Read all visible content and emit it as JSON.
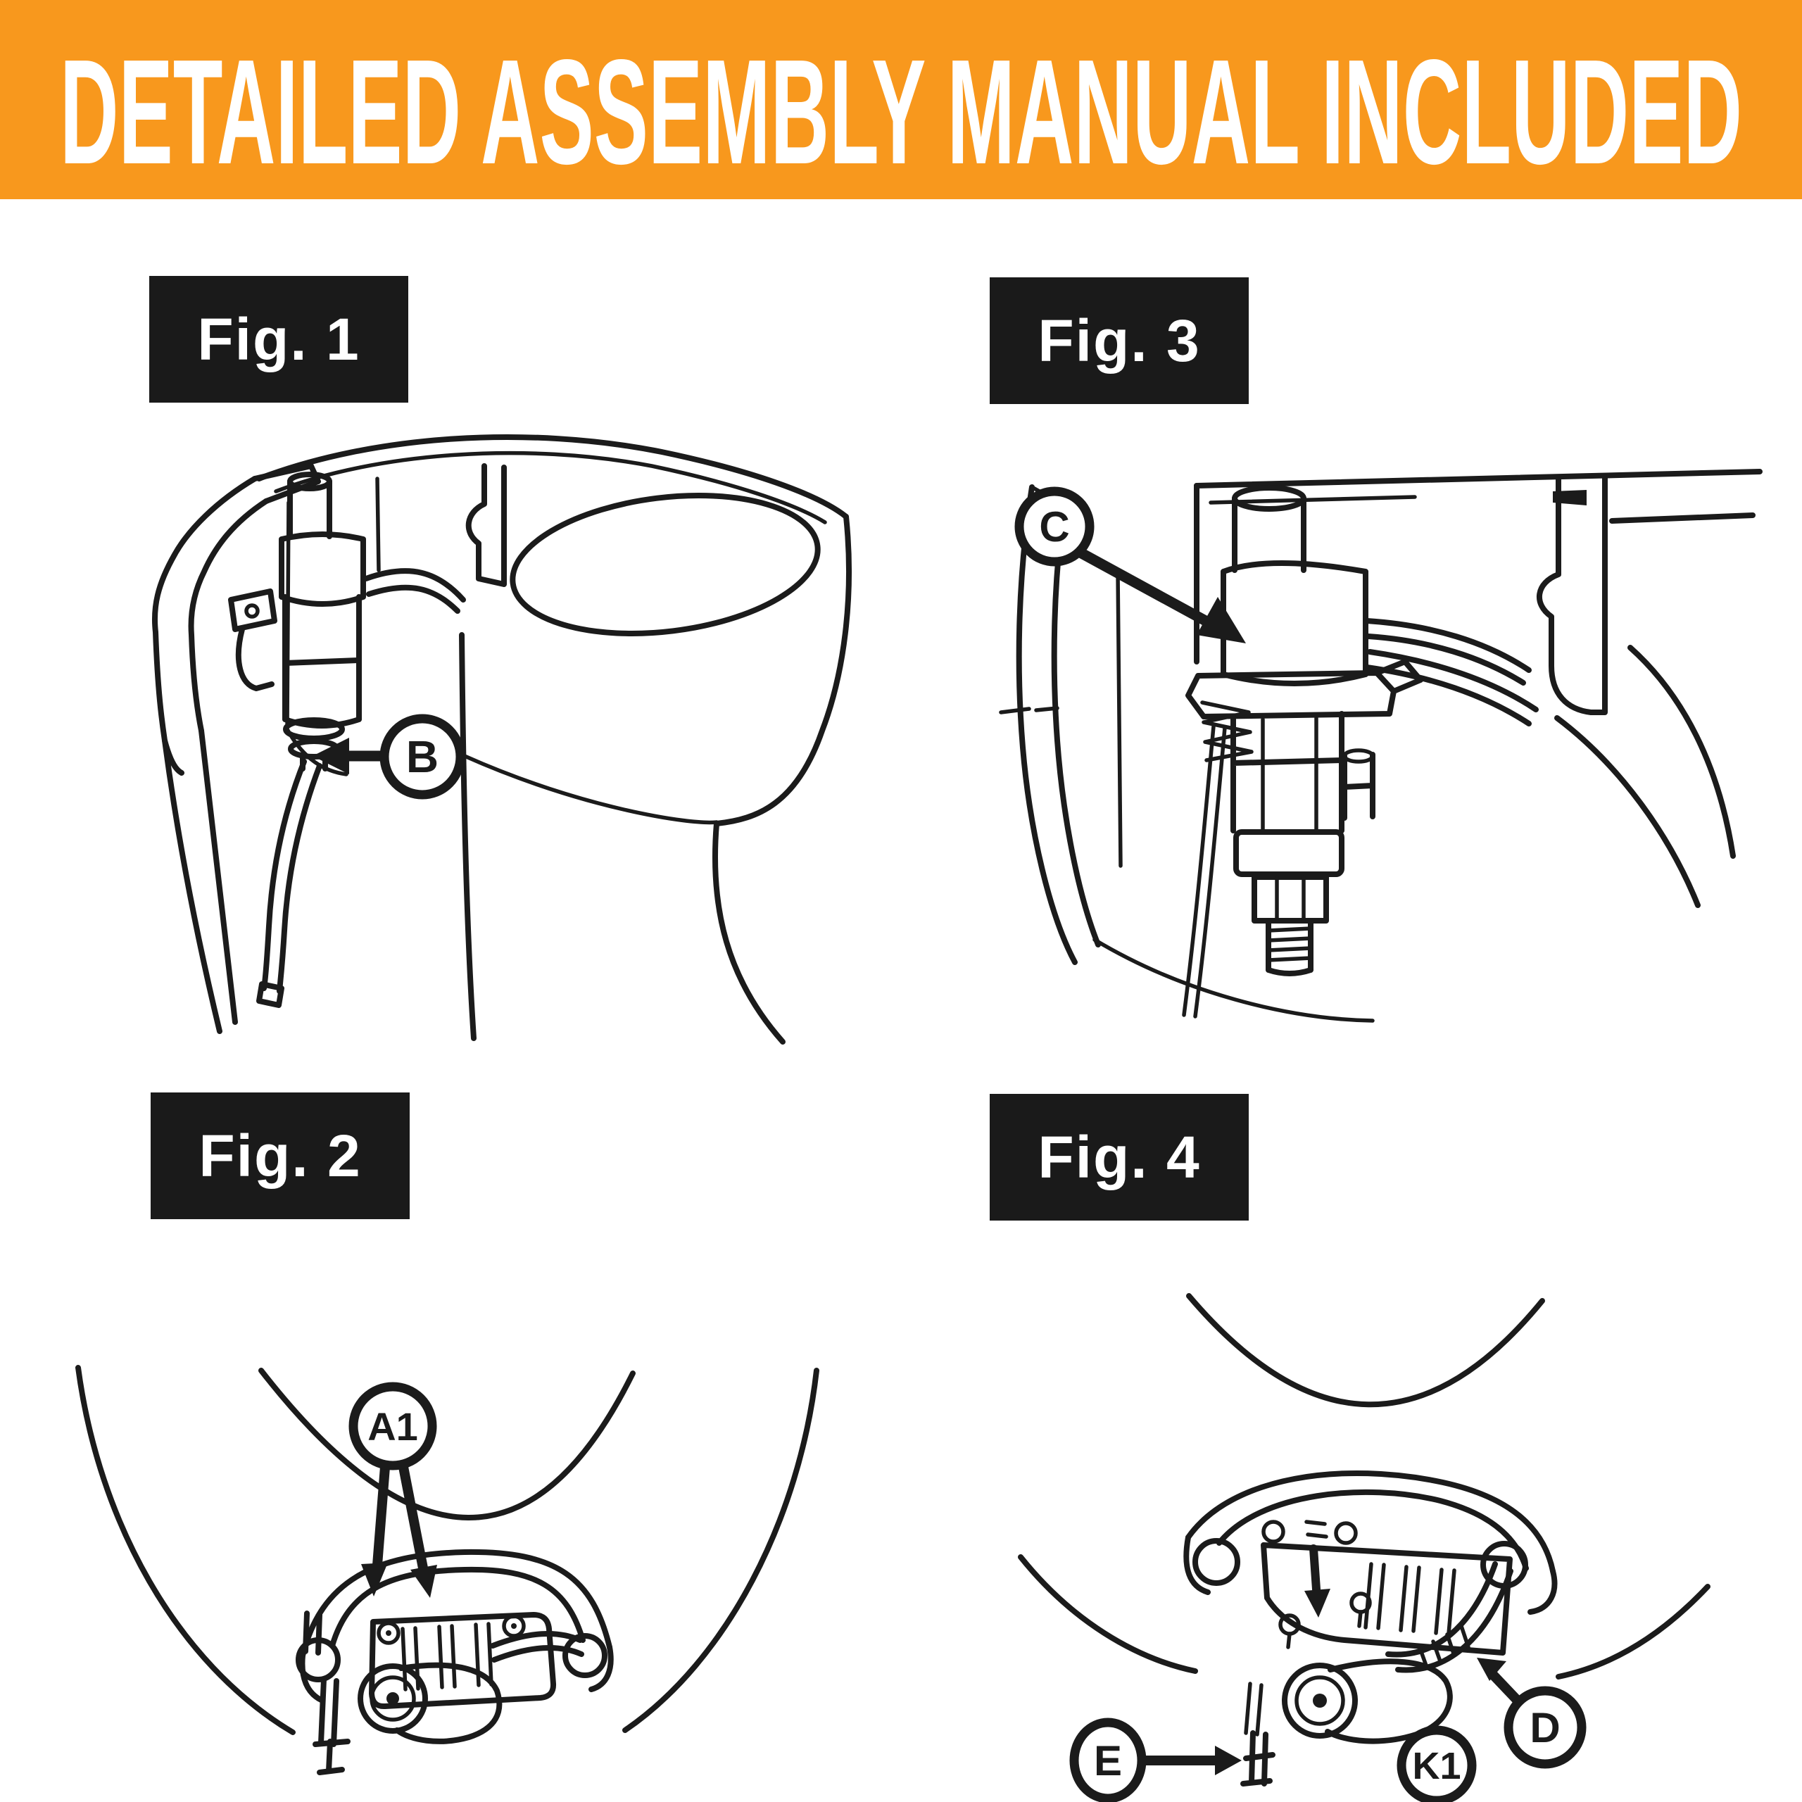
{
  "header": {
    "title": "DETAILED ASSEMBLY MANUAL INCLUDED",
    "background_color": "#F8981D",
    "text_color": "#FFFFFF"
  },
  "figures": [
    {
      "label": "Fig. 1",
      "callouts": [
        {
          "label": "B"
        }
      ]
    },
    {
      "label": "Fig. 3",
      "callouts": [
        {
          "label": "C"
        }
      ]
    },
    {
      "label": "Fig. 2",
      "callouts": [
        {
          "label": "A1"
        }
      ]
    },
    {
      "label": "Fig. 4",
      "callouts": [
        {
          "label": "E"
        },
        {
          "label": "K1"
        },
        {
          "label": "D"
        }
      ]
    }
  ],
  "style": {
    "ink_color": "#1B1B1B",
    "figure_label_background": "#1A1A1A",
    "figure_label_text_color": "#FFFFFF",
    "page_background": "#FFFFFF"
  }
}
